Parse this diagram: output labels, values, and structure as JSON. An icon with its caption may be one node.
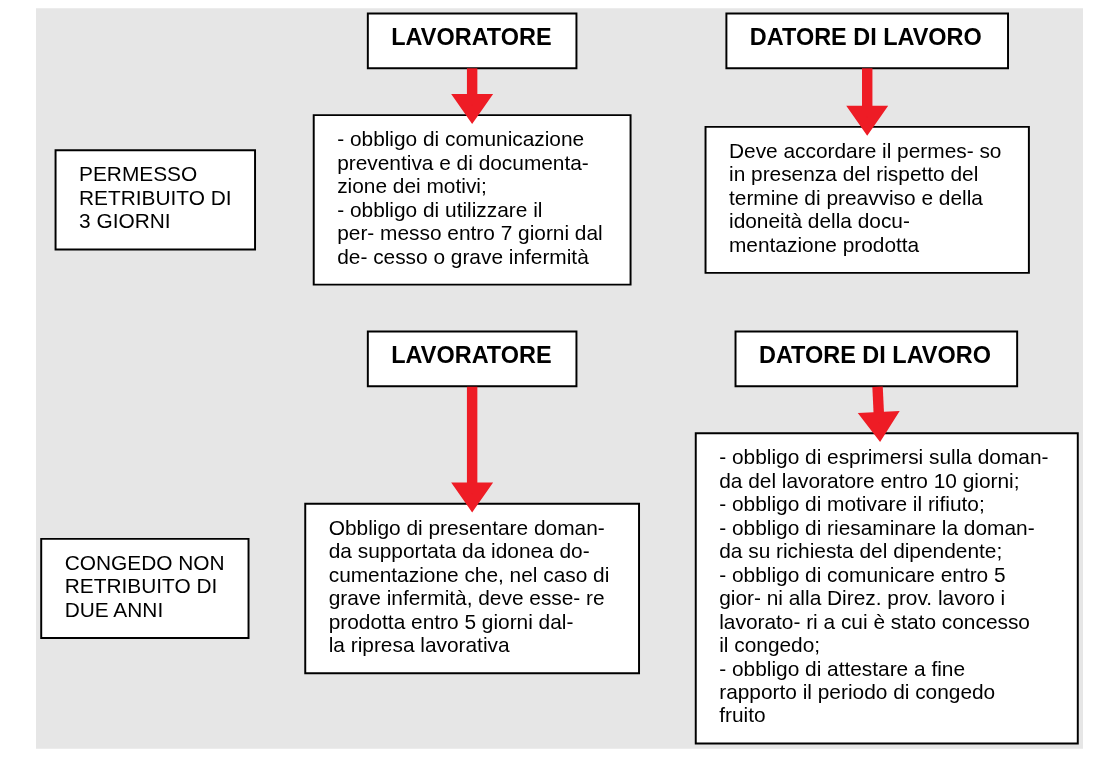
{
  "diagram": {
    "nodes": [
      {
        "text": [
          "PERMESSO RETRIBUITO DI 3 GIORNI"
        ]
      },
      {
        "text": [
          "LAVORATORE"
        ]
      },
      {
        "text": [
          "DATORE DI LAVORO"
        ]
      },
      {
        "text": [
          "- obbligo di comunicazione preventiva e di documenta- zione dei motivi;",
          "- obbligo di utilizzare il per- messo entro 7 giorni dal de- cesso o grave infermità"
        ]
      },
      {
        "text": [
          "Deve accordare il permes- so in presenza del rispetto del termine di preavviso e della idoneità della docu- mentazione prodotta"
        ]
      },
      {
        "text": [
          "CONGEDO NON RETRIBUITO DI DUE ANNI"
        ]
      },
      {
        "text": [
          "LAVORATORE"
        ]
      },
      {
        "text": [
          "DATORE DI LAVORO"
        ]
      },
      {
        "text": [
          "Obbligo di presentare doman- da supportata da idonea do- cumentazione che, nel caso di grave infermità, deve esse- re prodotta entro 5 giorni dal- la ripresa lavorativa"
        ]
      },
      {
        "text": [
          "- obbligo di esprimersi sulla doman- da del lavoratore entro 10 giorni;",
          "- obbligo di motivare il rifiuto;",
          "- obbligo di riesaminare la doman- da su richiesta del dipendente;",
          "- obbligo di comunicare entro 5 gior- ni alla Direz. prov. lavoro i lavorato- ri a cui è stato concesso il congedo;",
          "- obbligo di attestare a fine rapporto il periodo di congedo fruito"
        ]
      }
    ],
    "edges": [
      {
        "from": 1,
        "to": 3,
        "arrow": "to"
      },
      {
        "from": 2,
        "to": 4,
        "arrow": "to"
      },
      {
        "from": 6,
        "to": 8,
        "arrow": "to"
      },
      {
        "from": 7,
        "to": 9,
        "arrow": "to"
      }
    ]
  }
}
